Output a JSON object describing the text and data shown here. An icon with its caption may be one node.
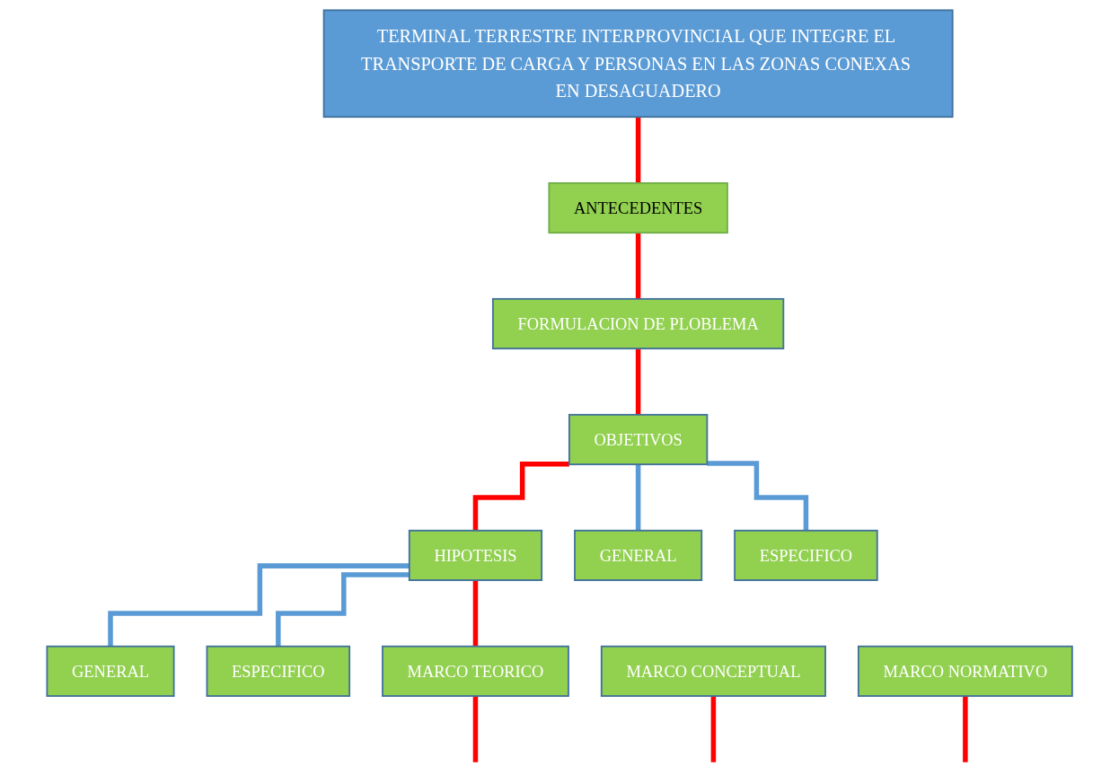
{
  "diagram": {
    "nodes": [
      {
        "text": [
          "TERMINAL TERRESTRE INTERPROVINCIAL QUE INTEGRE EL TRANSPORTE DE CARGA Y PERSONAS EN LAS ZONAS CONEXAS EN DESAGUADERO"
        ]
      },
      {
        "text": [
          "ANTECEDENTES"
        ]
      },
      {
        "text": [
          "FORMULACION DE PLOBLEMA"
        ]
      },
      {
        "text": [
          "OBJETIVOS"
        ]
      },
      {
        "text": [
          "GENERAL"
        ]
      },
      {
        "text": [
          "ESPECIFICO"
        ]
      },
      {
        "text": [
          "HIPOTESIS"
        ]
      },
      {
        "text": [
          "GENERAL"
        ]
      },
      {
        "text": [
          "ESPECIFICO"
        ]
      },
      {
        "text": [
          "MARCO CONCEPTUAL"
        ]
      },
      {
        "text": [
          "MARCO TEORICO"
        ]
      },
      {
        "text": [
          "MARCO NORMATIVO"
        ]
      }
    ],
    "edges": [
      {
        "from": 0,
        "to": 1,
        "arrow": "none"
      },
      {
        "from": 1,
        "to": 2,
        "arrow": "none"
      },
      {
        "from": 2,
        "to": 3,
        "arrow": "none"
      },
      {
        "from": 3,
        "to": 4,
        "arrow": "none",
        "color": "#5b9bd5"
      },
      {
        "from": 3,
        "to": 5,
        "arrow": "none",
        "color": "#5b9bd5"
      },
      {
        "from": 3,
        "to": 6,
        "arrow": "none"
      },
      {
        "from": 6,
        "to": 7,
        "arrow": "none",
        "color": "#5b9bd5"
      },
      {
        "from": 6,
        "to": 8,
        "arrow": "none",
        "color": "#5b9bd5"
      },
      {
        "from": 6,
        "to": 10,
        "arrow": "none"
      },
      {
        "from": 9,
        "to": null,
        "arrow": "none"
      },
      {
        "from": 10,
        "to": null,
        "arrow": "none"
      },
      {
        "from": 11,
        "to": null,
        "arrow": "none"
      }
    ]
  }
}
